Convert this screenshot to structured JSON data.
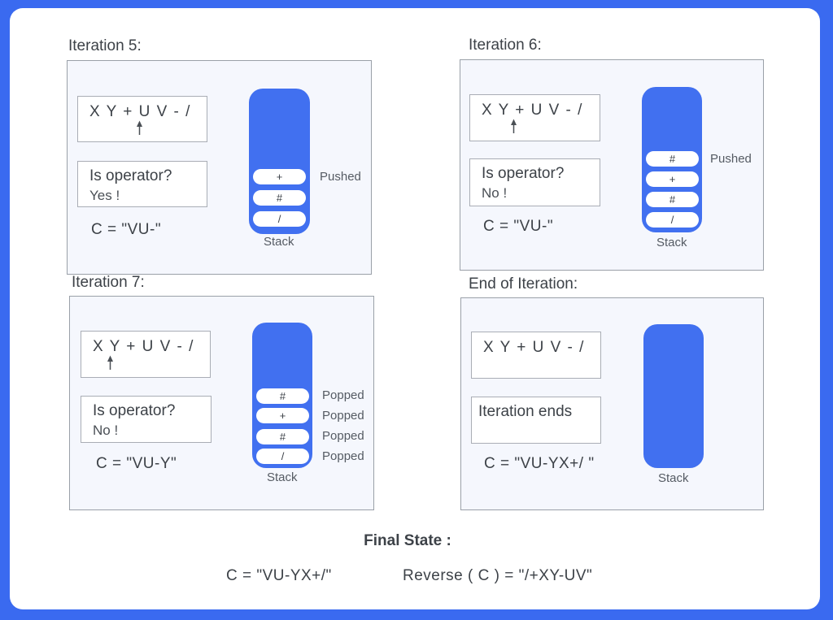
{
  "colors": {
    "frame_blue": "#3a6af0",
    "stack_blue": "#4170f0",
    "panel_bg": "#f5f7fd",
    "panel_border": "#9aa0a8",
    "text_dark": "#3d4248",
    "label_gray": "#555b63"
  },
  "panels": [
    {
      "title": "Iteration 5:",
      "expression": "X Y + U V - /",
      "question": "Is operator?",
      "answer": "Yes !",
      "c_value": "C = \"VU-\"",
      "stack_label": "Stack",
      "stack_items": [
        {
          "symbol": "+",
          "side_label": "Pushed"
        },
        {
          "symbol": "#",
          "side_label": ""
        },
        {
          "symbol": "/",
          "side_label": ""
        }
      ]
    },
    {
      "title": "Iteration 6:",
      "expression": "X Y + U V - /",
      "question": "Is operator?",
      "answer": "No !",
      "c_value": "C = \"VU-\"",
      "stack_label": "Stack",
      "stack_items": [
        {
          "symbol": "#",
          "side_label": "Pushed"
        },
        {
          "symbol": "+",
          "side_label": ""
        },
        {
          "symbol": "#",
          "side_label": ""
        },
        {
          "symbol": "/",
          "side_label": ""
        }
      ]
    },
    {
      "title": "Iteration 7:",
      "expression": "X Y + U V - /",
      "question": "Is operator?",
      "answer": "No !",
      "c_value": "C = \"VU-Y\"",
      "stack_label": "Stack",
      "stack_items": [
        {
          "symbol": "#",
          "side_label": "Popped"
        },
        {
          "symbol": "+",
          "side_label": "Popped"
        },
        {
          "symbol": "#",
          "side_label": "Popped"
        },
        {
          "symbol": "/",
          "side_label": "Popped"
        }
      ]
    },
    {
      "title": "End of Iteration:",
      "expression": "X Y + U V - /",
      "status": "Iteration ends",
      "c_value": "C = \"VU-YX+/ \"",
      "stack_label": "Stack",
      "stack_items": []
    }
  ],
  "final_state": {
    "title": "Final State :",
    "c_value": "C = \"VU-YX+/\"",
    "reverse_value": "Reverse ( C ) = \"/+XY-UV\""
  }
}
